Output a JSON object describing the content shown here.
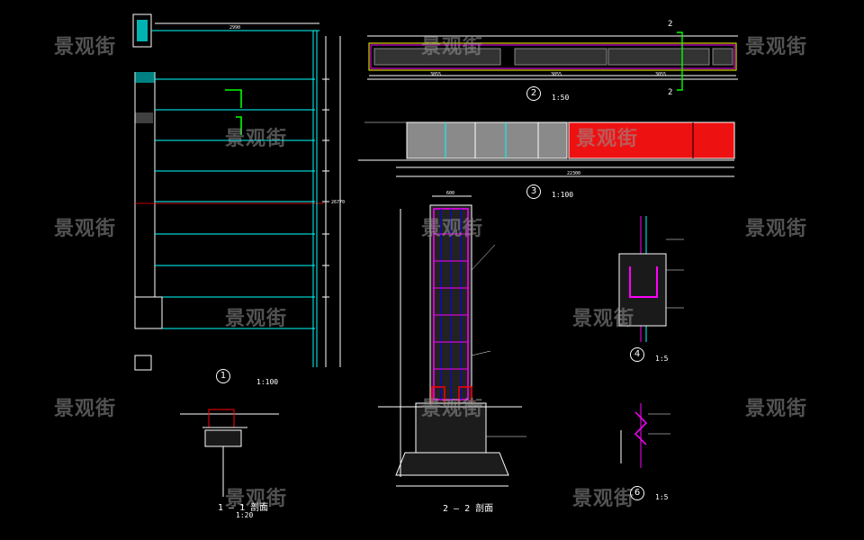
{
  "watermark": "景观街",
  "views": {
    "plan": {
      "number": "1",
      "scale": "1:100"
    },
    "elevation_1": {
      "number": "2",
      "scale": "1:50"
    },
    "elevation_2": {
      "number": "3",
      "scale": "1:100"
    },
    "section_1": {
      "title": "1 — 1 剖面",
      "scale": "1:20"
    },
    "section_2": {
      "title": "2 — 2 剖面"
    },
    "detail_4": {
      "number": "4",
      "scale": "1:5"
    },
    "detail_6": {
      "number": "6",
      "scale": "1:5"
    }
  },
  "section_markers": {
    "two": "2"
  },
  "dims": {
    "total_width": "2990",
    "e1_left": "3055",
    "e1_mid": "3055",
    "e1_right": "3055",
    "e2_total": "22300",
    "s2_top": "600",
    "plan_right": "26770"
  },
  "colors": {
    "background": "#000000",
    "line_white": "#ffffff",
    "cyan": "#00ffff",
    "green": "#00ff00",
    "yellow": "#ffff00",
    "magenta": "#ff00ff",
    "red": "#ff0000",
    "grey_panel": "#808080"
  }
}
